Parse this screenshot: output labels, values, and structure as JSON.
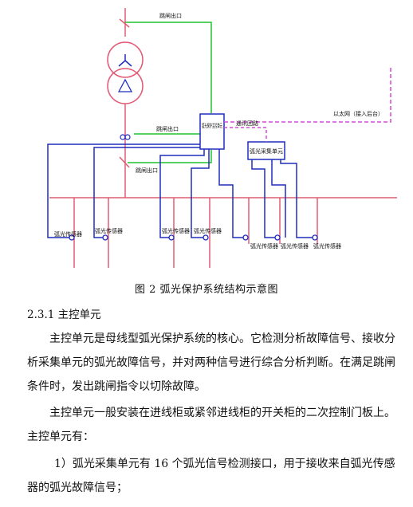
{
  "diagram": {
    "labels": {
      "trip_exit_top": "跳闸出口",
      "trip_exit_mid": "跳闸出口",
      "trip_exit_low": "跳闸出口",
      "main_unit": "弧光保护主控单元",
      "collect_unit": "弧光采集单元",
      "comm_line": "通讯回路",
      "ethernet": "以太网（接入后台）",
      "sensors": [
        "弧光传感器",
        "弧光传感器",
        "弧光传感器",
        "弧光传感器",
        "弧光传感器",
        "弧光传感器",
        "弧光传感器"
      ]
    },
    "colors": {
      "green": "#22c22e",
      "blue": "#1f2dbe",
      "magenta": "#d34ad8",
      "pink": "#e25a73"
    }
  },
  "caption": "图 2   弧光保护系统结构示意图",
  "heading": "2.3.1 主控单元",
  "para1": "主控单元是母线型弧光保护系统的核心。它检测分析故障信号、接收分析采集单元的弧光故障信号，并对两种信号进行综合分析判断。在满足跳闸条件时，发出跳闸指令以切除故障。",
  "para2": "主控单元一般安装在进线柜或紧邻进线柜的开关柜的二次控制门板上。主控单元有：",
  "list_item_1": "1）弧光采集单元有 16 个弧光信号检测接口，用于接收来自弧光传感器的弧光故障信号；"
}
